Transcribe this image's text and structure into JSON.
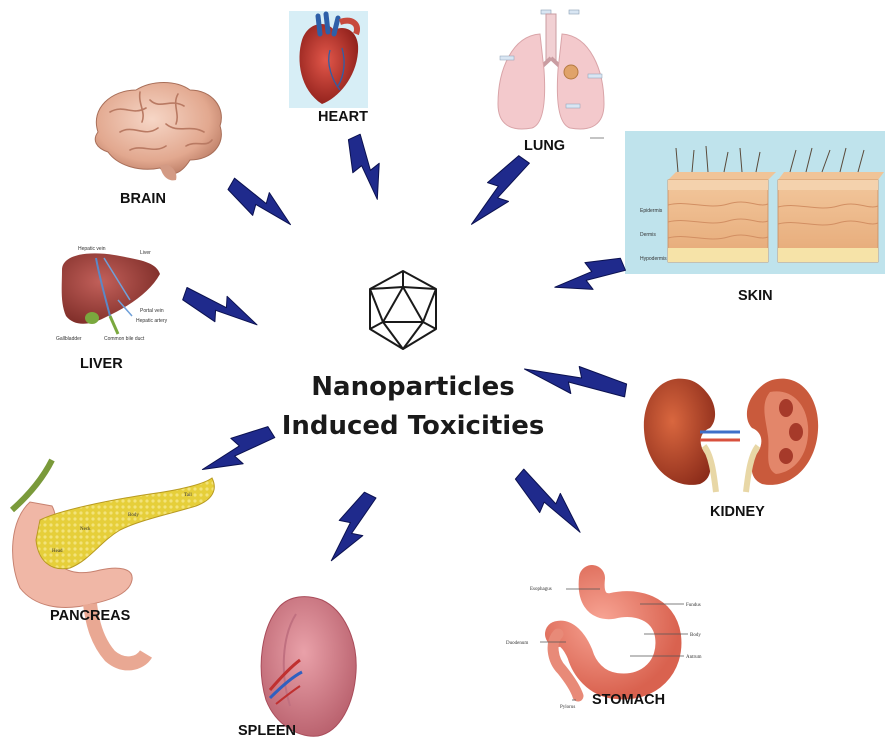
{
  "center": {
    "title_line1": "Nanoparticles",
    "title_line2": "Induced Toxicities",
    "icon": "icosahedron-icon"
  },
  "organs": {
    "heart": "HEART",
    "lung": "LUNG",
    "brain": "BRAIN",
    "skin": "SKIN",
    "liver": "LIVER",
    "kidney": "KIDNEY",
    "pancreas": "PANCREAS",
    "spleen": "SPLEEN",
    "stomach": "STOMACH"
  },
  "organ_annotations": {
    "skin": [
      "Epidermis",
      "Dermis",
      "Hypodermis"
    ],
    "liver": [
      "Hepatic vein",
      "Liver",
      "Portal vein",
      "Hepatic artery",
      "Gallbladder",
      "Common bile duct"
    ],
    "pancreas": [
      "Tail",
      "Body",
      "Neck",
      "Head"
    ],
    "stomach": [
      "Esophagus",
      "Fundus",
      "Body",
      "Duodenum",
      "Antrum",
      "Pylorus"
    ]
  },
  "colors": {
    "bolt": "#1f2a8c",
    "bolt_edge": "#0b1150",
    "heart": "#c0392b",
    "lung": "#f3c9cc",
    "brain": "#e8b7a0",
    "skin_bg": "#bfe3ec",
    "liver": "#a8463f",
    "kidney": "#b84a2e",
    "pancreas": "#e6cf3a",
    "spleen": "#d47f8a",
    "stomach": "#f08a7a"
  }
}
